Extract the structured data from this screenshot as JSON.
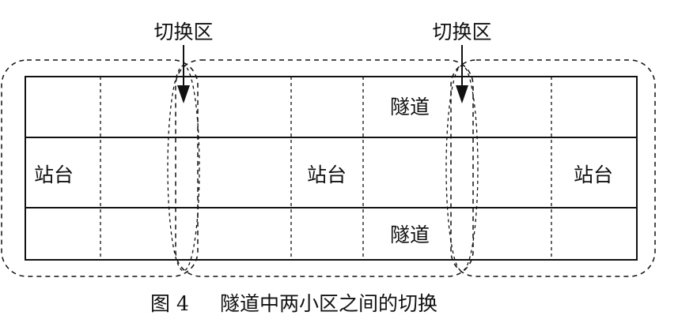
{
  "diagram": {
    "handover_label_left": "切换区",
    "handover_label_right": "切换区",
    "station_left": "站台",
    "station_middle": "站台",
    "station_right": "站台",
    "tunnel_top": "隧道",
    "tunnel_bottom": "隧道"
  },
  "caption": {
    "figure_number": "图 4",
    "title": "隧道中两小区之间的切换"
  }
}
